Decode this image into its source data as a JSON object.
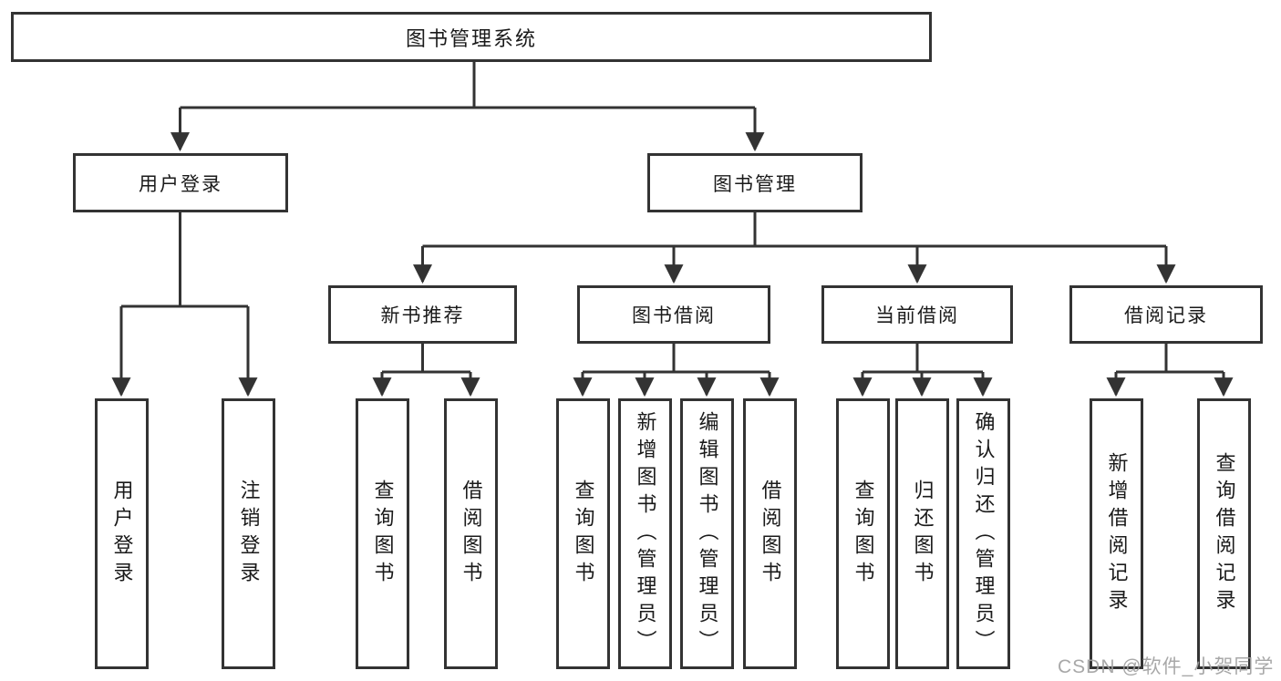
{
  "diagram": {
    "type": "hierarchy-tree",
    "colors": {
      "line": "#333333",
      "text": "#1a1a1a",
      "watermark": "#9e9e9e",
      "background": "#ffffff"
    },
    "root": {
      "label": "图书管理系统"
    },
    "level2": [
      {
        "label": "用户登录"
      },
      {
        "label": "图书管理"
      }
    ],
    "level3": [
      {
        "label": "新书推荐"
      },
      {
        "label": "图书借阅"
      },
      {
        "label": "当前借阅"
      },
      {
        "label": "借阅记录"
      }
    ],
    "leaves": {
      "user_login": [
        {
          "label": "用户登录"
        },
        {
          "label": "注销登录"
        }
      ],
      "new_book_recommend": [
        {
          "label": "查询图书"
        },
        {
          "label": "借阅图书"
        }
      ],
      "book_borrow": [
        {
          "label": "查询图书"
        },
        {
          "label": "新增图书（管理员）"
        },
        {
          "label": "编辑图书（管理员）"
        },
        {
          "label": "借阅图书"
        }
      ],
      "current_borrow": [
        {
          "label": "查询图书"
        },
        {
          "label": "归还图书"
        },
        {
          "label": "确认归还（管理员）"
        }
      ],
      "borrow_records": [
        {
          "label": "新增借阅记录"
        },
        {
          "label": "查询借阅记录"
        }
      ]
    },
    "watermark": "CSDN @软件_小贺同学"
  }
}
